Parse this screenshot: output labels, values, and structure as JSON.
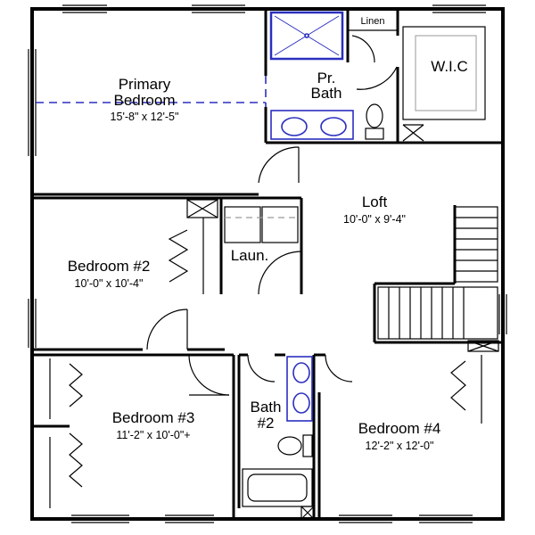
{
  "rooms": {
    "primary_bedroom": {
      "name_line1": "Primary",
      "name_line2": "Bedroom",
      "dims": "15'-8\" x 12'-5\""
    },
    "primary_bath": {
      "name_line1": "Pr.",
      "name_line2": "Bath"
    },
    "linen": {
      "name": "Linen"
    },
    "wic": {
      "name": "W.I.C"
    },
    "loft": {
      "name": "Loft",
      "dims": "10'-0\" x 9'-4\""
    },
    "laundry": {
      "name": "Laun."
    },
    "bedroom2": {
      "name": "Bedroom #2",
      "dims": "10'-0\" x 10'-4\""
    },
    "bedroom3": {
      "name": "Bedroom #3",
      "dims": "11'-2\" x 10'-0\"+"
    },
    "bath2": {
      "name_line1": "Bath",
      "name_line2": "#2"
    },
    "bedroom4": {
      "name": "Bedroom #4",
      "dims": "12'-2\" x 12'-0\""
    }
  },
  "colors": {
    "wall": "#000000",
    "fixture": "#2a2fbf",
    "dashed": "#999999"
  }
}
